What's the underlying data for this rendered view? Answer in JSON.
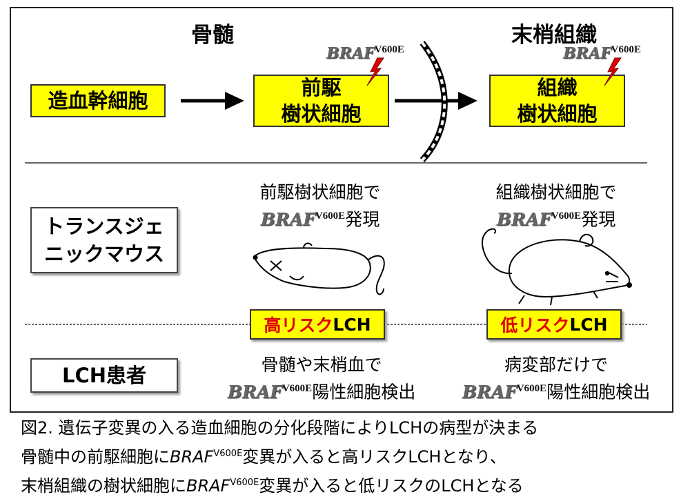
{
  "columns": {
    "left": "骨髄",
    "right": "末梢組織"
  },
  "cells": {
    "hsc": "造血幹細胞",
    "precursor_line1": "前駆",
    "precursor_line2": "樹状細胞",
    "tissue_line1": "組織",
    "tissue_line2": "樹状細胞"
  },
  "mutation": {
    "gene": "BRAF",
    "variant": "V600E"
  },
  "rows": {
    "mouse_line1": "トランスジェ",
    "mouse_line2": "ニックマウス",
    "patient": "LCH患者"
  },
  "mouse_desc": {
    "left_line1": "前駆樹状細胞で",
    "right_line1": "組織樹状細胞で",
    "suffix": "発現"
  },
  "risk": {
    "high_prefix": "高リスク",
    "low_prefix": "低リスク",
    "suffix": "LCH"
  },
  "patient_desc": {
    "left_line1": "骨髄や末梢血で",
    "right_line1": "病変部だけで",
    "suffix": "陽性細胞検出"
  },
  "caption": {
    "line1": "図2. 遺伝子変異の入る造血細胞の分化段階によりLCHの病型が決まる",
    "line2_a": "骨髄中の前駆細胞に",
    "line2_b": "変異が入ると高リスクLCHとなり、",
    "line3_a": "末梢組織の樹状細胞に",
    "line3_b": "変異が入ると低リスクのLCHとなる"
  },
  "colors": {
    "box_fill": "#ffff00",
    "lightning": "#e00000",
    "risk_text": "#e00000"
  }
}
